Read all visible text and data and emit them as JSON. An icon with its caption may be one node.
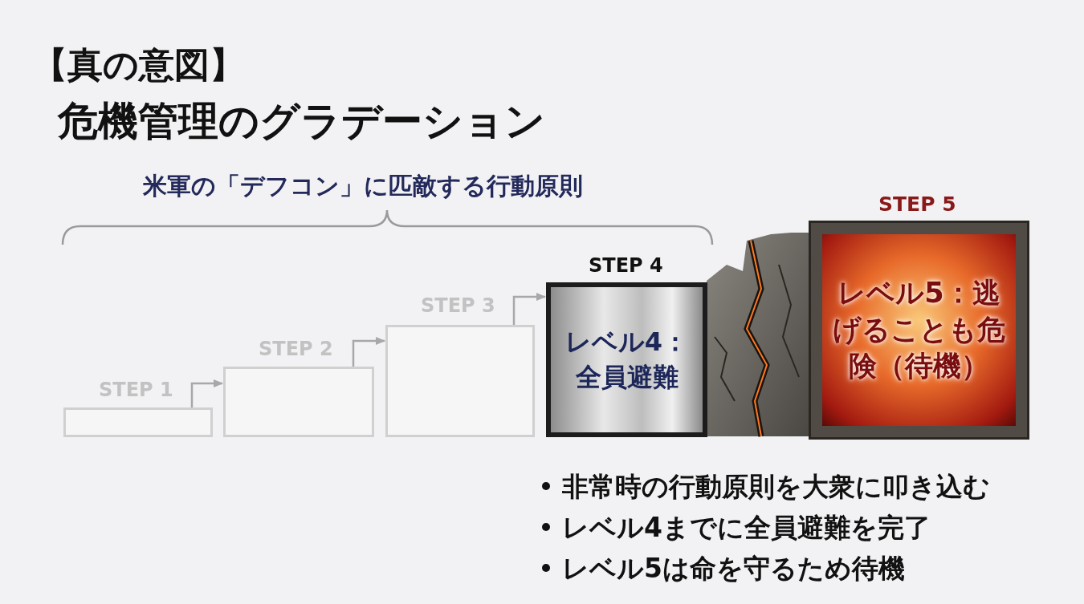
{
  "diagram": {
    "title": "危機管理のグラデーション",
    "nodes": [
      {
        "text": [
          "STEP 1"
        ]
      },
      {
        "text": [
          "STEP 2"
        ]
      },
      {
        "text": [
          "STEP 3"
        ]
      },
      {
        "text": [
          "STEP 4",
          "レベル4：全員避難"
        ]
      },
      {
        "text": [
          "STEP 5",
          "レベル5：逃げることも危険（待機）"
        ]
      }
    ],
    "edges": [
      {
        "from": 0,
        "to": 1,
        "arrow": "to"
      },
      {
        "from": 1,
        "to": 2,
        "arrow": "to"
      },
      {
        "from": 2,
        "to": 3,
        "arrow": "to"
      }
    ],
    "labels": [
      "【真の意図】",
      "米軍の「デフコン」に匹敵する行動原則",
      "非常時の行動原則を大衆に叩き込む",
      "レベル4までに全員避難を完了",
      "レベル5は命を守るため待機"
    ]
  }
}
